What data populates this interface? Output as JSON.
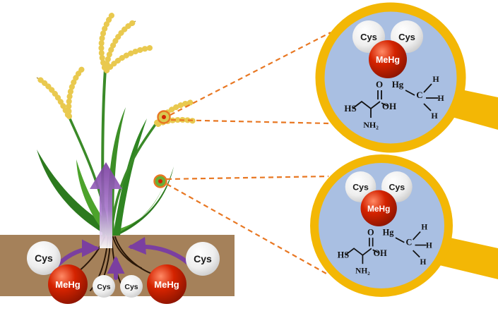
{
  "colors": {
    "background": "#ffffff",
    "soil": "#a5815a",
    "rim": "#f3b705",
    "lens": "#a9bfe2",
    "purple": "#7b3fa0",
    "orange": "#e87722",
    "sphere_red": "#d42300",
    "sphere_red_dark": "#8c1400",
    "grain": "#e9c94f",
    "root": "#2a1708"
  },
  "soil": {
    "cys_left": "Cys",
    "cys_right": "Cys",
    "mehg_left": "MeHg",
    "mehg_right": "MeHg",
    "cys_small_left": "Cys",
    "cys_small_right": "Cys"
  },
  "magnifier_top": {
    "cys_left": "Cys",
    "cys_right": "Cys",
    "mehg": "MeHg",
    "molecule": {
      "hs": "HS",
      "o": "O",
      "oh": "OH",
      "nh2": "NH₂",
      "hg": "Hg",
      "c": "C",
      "h_top": "H",
      "h_right": "H",
      "h_bottom": "H"
    }
  },
  "magnifier_bottom": {
    "cys_left": "Cys",
    "cys_right": "Cys",
    "mehg": "MeHg",
    "molecule": {
      "hs": "HS",
      "o": "O",
      "oh": "OH",
      "nh2": "NH₂",
      "hg": "Hg",
      "c": "C",
      "h_top": "H",
      "h_right": "H",
      "h_bottom": "H"
    }
  }
}
